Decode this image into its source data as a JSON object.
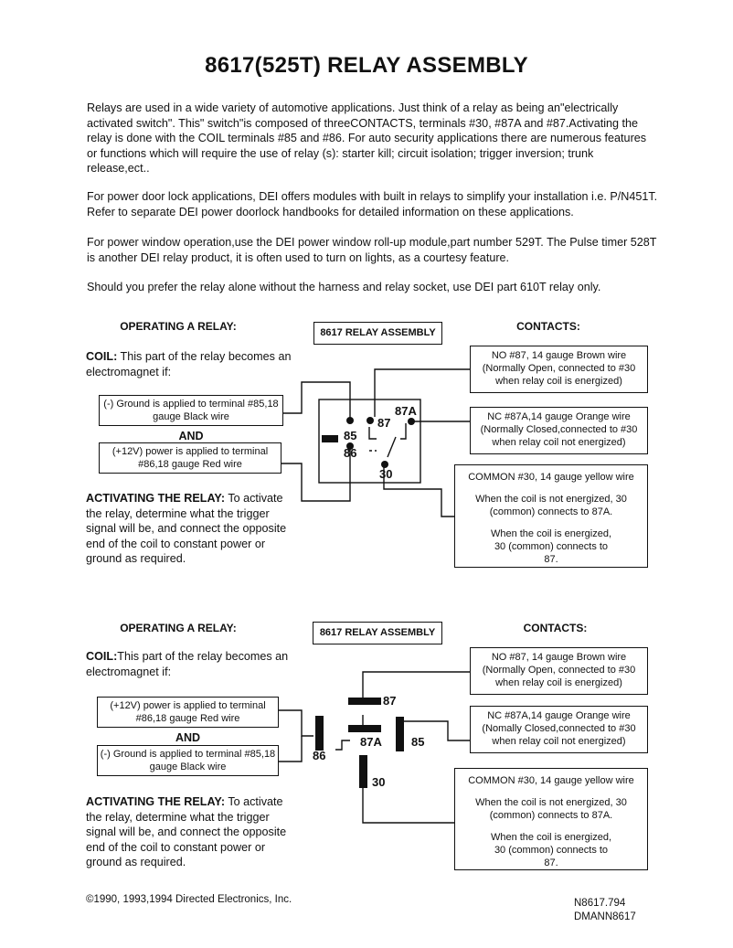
{
  "title": "8617(525T) RELAY ASSEMBLY",
  "intro": [
    "Relays are used in a wide variety of automotive applications. Just think of a relay as being an\"electrically activated switch\". This\" switch\"is composed of threeCONTACTS, terminals #30, #87A and #87.Activating the relay is done with the COIL terminals #85 and #86. For auto security applications there are numerous features or functions which will require the use of relay (s): starter kill; circuit isolation; trigger inversion; trunk release,ect..",
    "For power door lock applications, DEI offers modules with built in relays to simplify your installation i.e. P/N451T. Refer  to separate DEI power doorlock handbooks for detailed information on these applications.",
    "For  power window operation,use the DEI power window roll-up module,part number 529T. The Pulse timer 528T is another DEI relay product, it is often used to turn on lights, as a courtesy feature.",
    "Should you prefer the relay alone without the harness and relay socket, use DEI part 610T relay only."
  ],
  "diagram1": {
    "operating": "OPERATING A RELAY:",
    "assembly": "8617 RELAY ASSEMBLY",
    "contacts": "CONTACTS:",
    "coil_label": "COIL:",
    "coil_text": " This part of the relay becomes an electromagnet if:",
    "ground_box": "(-) Ground is applied to terminal #85,18 gauge Black wire",
    "and": "AND",
    "power_box": "(+12V) power is applied to terminal #86,18 gauge Red wire",
    "activating_label": "ACTIVATING THE RELAY:",
    "activating_text": " To activate the relay, determine what the trigger signal will be, and connect the opposite end of the coil to constant power or ground as required.",
    "no_box": "NO #87, 14 gauge Brown wire (Normally Open, connected to #30 when relay coil is energized)",
    "nc_box": "NC #87A,14 gauge Orange wire (Normally Closed,connected to #30 when relay coil not energized)",
    "common_title": "COMMON #30, 14 gauge yellow wire",
    "common_1": "When the coil is not energized, 30 (common) connects to 87A.",
    "common_2": "When the coil is energized, 30 (common)  connects to 87.",
    "t85": "85",
    "t86": "86",
    "t87": "87",
    "t87a": "87A",
    "t30": "30"
  },
  "diagram2": {
    "operating": "OPERATING A RELAY:",
    "assembly": "8617 RELAY ASSEMBLY",
    "contacts": "CONTACTS:",
    "coil_label": "COIL:",
    "coil_text": "This part of the relay becomes an electromagnet if:",
    "power_box": "(+12V) power is applied to terminal #86,18 gauge Red wire",
    "and": "AND",
    "ground_box": "(-) Ground is applied to terminal #85,18 gauge Black wire",
    "activating_label": "ACTIVATING THE RELAY:",
    "activating_text": " To activate the relay, determine what the trigger signal will be, and connect the opposite end of the coil to constant power or ground as required.",
    "no_box": "NO #87, 14 gauge Brown wire (Normally  Open, connected to #30 when relay coil is energized)",
    "nc_box": "NC #87A,14 gauge Orange wire (Nomally Closed,connected to #30 when relay coil not energized)",
    "common_title": "COMMON #30, 14 gauge yellow wire",
    "common_1": "When the coil is not energized, 30 (common) connects to 87A.",
    "common_2": "When the coil is energized, 30 (common)  connects to 87.",
    "t85": "85",
    "t86": "86",
    "t87": "87",
    "t87a": "87A",
    "t30": "30"
  },
  "footer": {
    "copyright": "©1990, 1993,1994 Directed Electronics, Inc.",
    "code1": "N8617.794",
    "code2": "DMANN8617"
  }
}
